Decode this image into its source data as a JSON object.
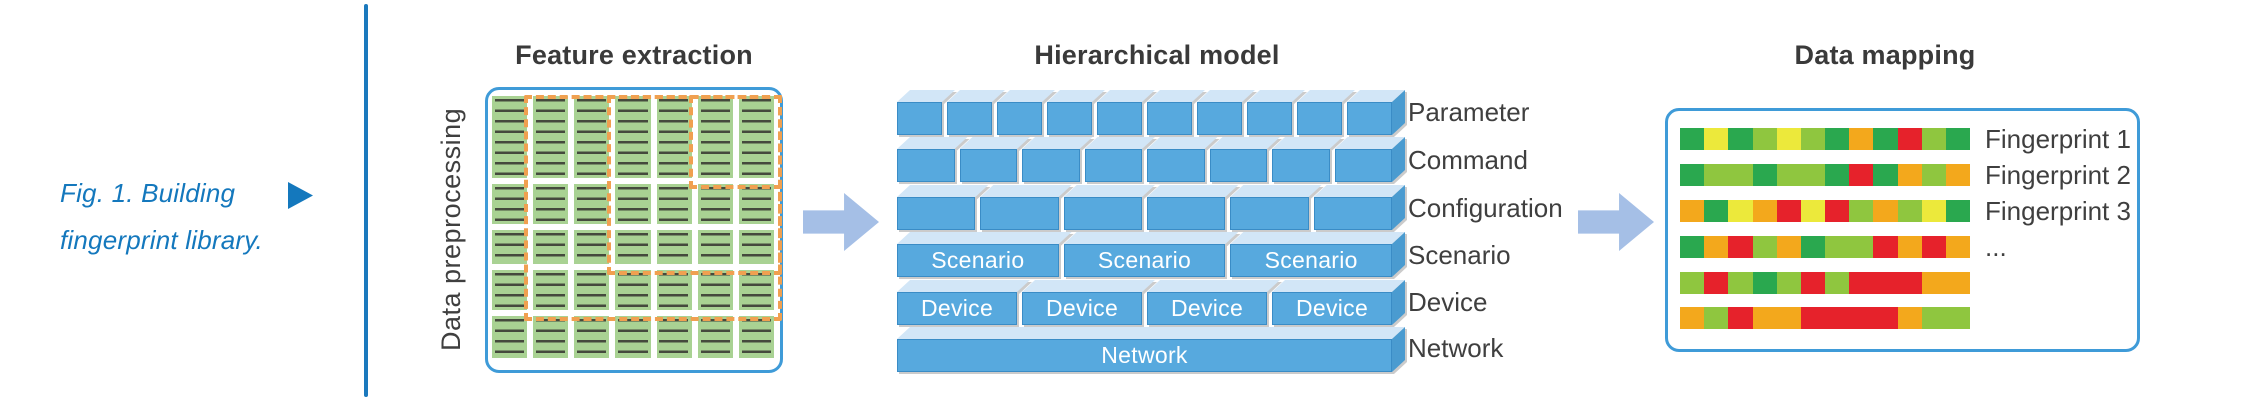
{
  "figure_caption": {
    "line1": "Fig. 1. Building",
    "line2": "fingerprint library.",
    "pointer_icon": "right-triangle"
  },
  "feature_extraction": {
    "title": "Feature extraction",
    "side_label": "Data preprocessing",
    "grid": {
      "columns": 7,
      "row_group_count": 5,
      "selection_box_count": 3
    }
  },
  "hierarchical_model": {
    "title": "Hierarchical model",
    "layers": [
      {
        "label": "Parameter",
        "block_count": 10,
        "block_text": ""
      },
      {
        "label": "Command",
        "block_count": 8,
        "block_text": ""
      },
      {
        "label": "Configuration",
        "block_count": 6,
        "block_text": ""
      },
      {
        "label": "Scenario",
        "block_count": 3,
        "block_text": "Scenario"
      },
      {
        "label": "Device",
        "block_count": 4,
        "block_text": "Device"
      },
      {
        "label": "Network",
        "block_count": 1,
        "block_text": "Network"
      }
    ]
  },
  "data_mapping": {
    "title": "Data mapping",
    "cell_colors": {
      "g": "#2aa84f",
      "lg": "#8fc63f",
      "y": "#ece93b",
      "o": "#f3a81c",
      "r": "#e6222b"
    },
    "rows": [
      {
        "label": "Fingerprint 1",
        "cells": [
          "g",
          "y",
          "g",
          "lg",
          "y",
          "lg",
          "g",
          "o",
          "g",
          "r",
          "lg",
          "g"
        ]
      },
      {
        "label": "Fingerprint 2",
        "cells": [
          "g",
          "lg",
          "lg",
          "g",
          "lg",
          "lg",
          "g",
          "r",
          "g",
          "o",
          "lg",
          "o"
        ]
      },
      {
        "label": "Fingerprint 3",
        "cells": [
          "o",
          "g",
          "y",
          "o",
          "r",
          "y",
          "r",
          "lg",
          "o",
          "lg",
          "y",
          "g"
        ]
      },
      {
        "label": "...",
        "cells": [
          "g",
          "o",
          "r",
          "lg",
          "o",
          "g",
          "lg",
          "lg",
          "r",
          "o",
          "r",
          "o"
        ]
      },
      {
        "label": "",
        "cells": [
          "lg",
          "r",
          "lg",
          "g",
          "lg",
          "r",
          "lg",
          "r",
          "r",
          "r",
          "o",
          "o"
        ]
      },
      {
        "label": "",
        "cells": [
          "o",
          "lg",
          "r",
          "o",
          "o",
          "r",
          "r",
          "r",
          "r",
          "o",
          "lg",
          "lg"
        ]
      }
    ]
  },
  "colors": {
    "accent_blue": "#1478bd",
    "panel_border": "#3f9bd8",
    "block_front": "#57a9de",
    "block_top": "#d2e6f7",
    "block_side": "#4a9bd0",
    "grid_green": "#a9d293",
    "selection_dash_orange": "#f0a050",
    "arrow_fill": "#a5bfe6",
    "text_dark": "#3d3d3d"
  }
}
